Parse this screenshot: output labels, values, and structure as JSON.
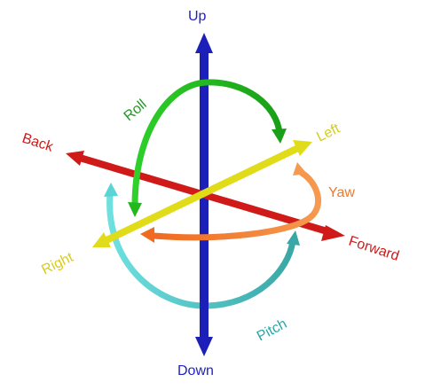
{
  "labels": {
    "up": "Up",
    "down": "Down",
    "back": "Back",
    "forward": "Forward",
    "left": "Left",
    "right": "Right",
    "roll": "Roll",
    "yaw": "Yaw",
    "pitch": "Pitch"
  },
  "colors": {
    "vertical_axis": "#1c1fb8",
    "back_forward_axis": "#d01a1a",
    "left_right_axis": "#e0dc1a",
    "roll": "#22b81e",
    "yaw": "#f07a2a",
    "pitch": "#4ec8c8",
    "up_down_text": "#2222c0",
    "back_forward_text": "#d01a1a",
    "left_right_text": "#d8cc1c",
    "roll_text": "#1f9a1f",
    "yaw_text": "#ee7a28",
    "pitch_text": "#2aa6a6"
  }
}
